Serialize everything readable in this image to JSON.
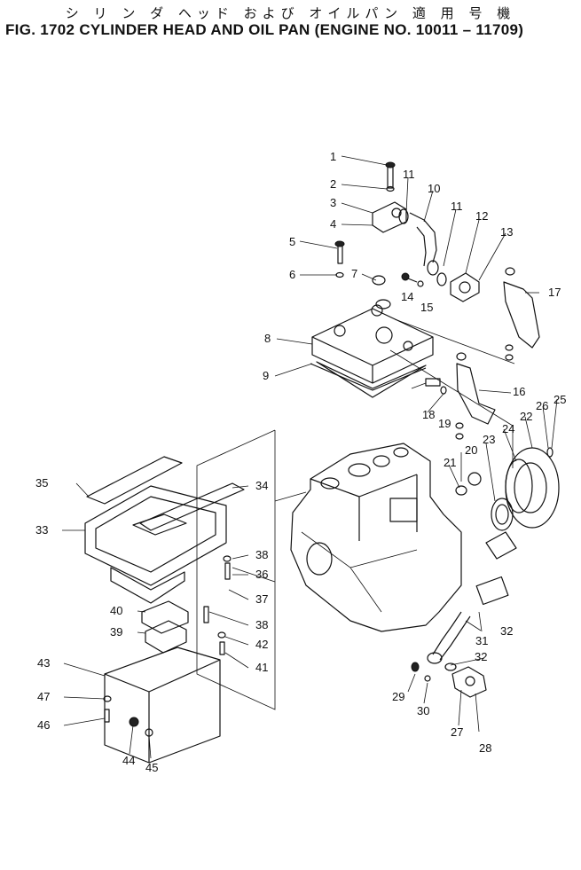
{
  "title_jp": "シ リ ン ダ ヘッド および オイルパン  適 用 号 機",
  "title_en": "FIG. 1702 CYLINDER HEAD AND OIL PAN (ENGINE NO. 10011 – 11709)",
  "labels": [
    "1",
    "2",
    "3",
    "4",
    "5",
    "6",
    "7",
    "8",
    "9",
    "10",
    "11",
    "11",
    "12",
    "13",
    "14",
    "15",
    "16",
    "17",
    "18",
    "19",
    "20",
    "21",
    "22",
    "23",
    "24",
    "25",
    "26",
    "27",
    "28",
    "29",
    "30",
    "31",
    "32",
    "32",
    "33",
    "34",
    "35",
    "36",
    "37",
    "38",
    "39",
    "40",
    "41",
    "42",
    "43",
    "44",
    "45",
    "46",
    "47"
  ]
}
